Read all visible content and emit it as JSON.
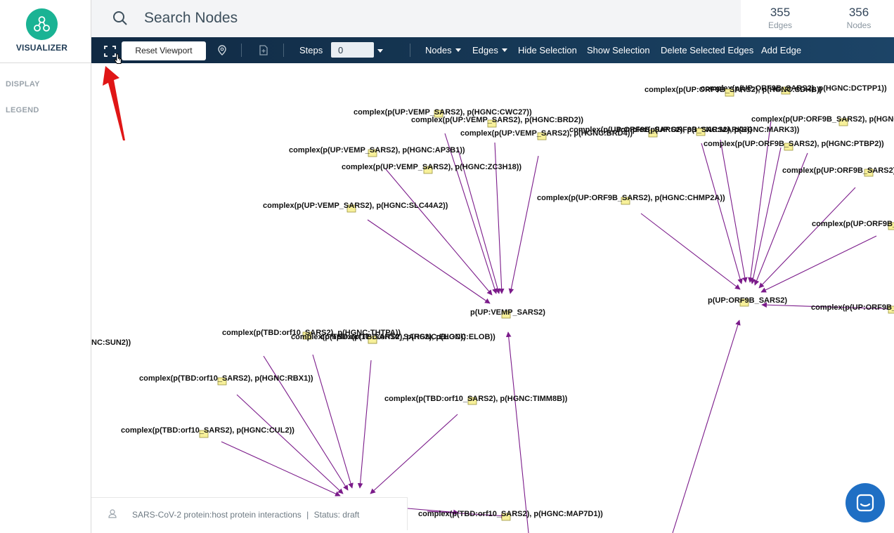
{
  "sidebar": {
    "logo_text": "VISUALIZER",
    "items": [
      {
        "label": "DISPLAY"
      },
      {
        "label": "LEGEND"
      }
    ]
  },
  "search": {
    "placeholder": "Search Nodes"
  },
  "stats": {
    "edges_count": "355",
    "edges_label": "Edges",
    "nodes_count": "356",
    "nodes_label": "Nodes"
  },
  "toolbar": {
    "reset_viewport_tooltip": "Reset Viewport",
    "steps_label": "Steps",
    "steps_value": "0",
    "nodes_menu": "Nodes",
    "edges_menu": "Edges",
    "hide_selection": "Hide Selection",
    "show_selection": "Show Selection",
    "delete_selected_edges": "Delete Selected Edges",
    "add_edge": "Add Edge"
  },
  "footer": {
    "network_name": "SARS-CoV-2 protein:host protein interactions",
    "separator": "|",
    "status": "Status: draft"
  },
  "graph": {
    "edge_color": "#7b1b8a",
    "node_color": "#f7f09a",
    "hubs": [
      {
        "label": "p(UP:VEMP_SARS2)"
      },
      {
        "label": "p(UP:ORF9B_SARS2)"
      }
    ],
    "labels": [
      "complex(p(UP:VEMP_SARS2), p(HGNC:CWC27))",
      "complex(p(UP:VEMP_SARS2), p(HGNC:BRD2))",
      "complex(p(UP:VEMP_SARS2), p(HGNC:BRD4))",
      "complex(p(UP:VEMP_SARS2), p(HGNC:AP3B1))",
      "complex(p(UP:VEMP_SARS2), p(HGNC:ZC3H18))",
      "complex(p(UP:VEMP_SARS2), p(HGNC:SLC44A2))",
      "complex(p(UP:ORF9B_SARS2), p(HGNC:DCTPP1))",
      "complex(p(UP:ORF9B_SARS2), p(HGNC:SDHB))",
      "complex(p(UP:ORF9B_SARS2), p(HGNC:MARK2))",
      "complex(p(UP:ORF9B_SARS2), p(HGNC:MARK3))",
      "complex(p(UP:ORF9B_SARS2), p(HGNC:",
      "complex(p(UP:ORF9B_SARS2), p(HGNC:PTBP2))",
      "complex(p(UP:ORF9B_SARS2), p",
      "complex(p(UP:ORF9B_S",
      "complex(p(UP:ORF9B_SARS2), p(HGNC:CHMP2A))",
      "complex(p(UP:ORF9B_S",
      "complex(p(TBD:orf10_SARS2), p(HGNC:THTPA))",
      "complex(p(TBD:orf10_SARS2), p(HGNC:ELOC))",
      "complex(p(TBD:orf10_SARS2), p(HGNC:ELOB))",
      "NC:SUN2))",
      "complex(p(TBD:orf10_SARS2), p(HGNC:RBX1))",
      "complex(p(TBD:orf10_SARS2), p(HGNC:TIMM8B))",
      "complex(p(TBD:orf10_SARS2), p(HGNC:CUL2))",
      "complex(p(TBD:orf10_SARS2), p(HGNC:MAP7D1))"
    ]
  }
}
